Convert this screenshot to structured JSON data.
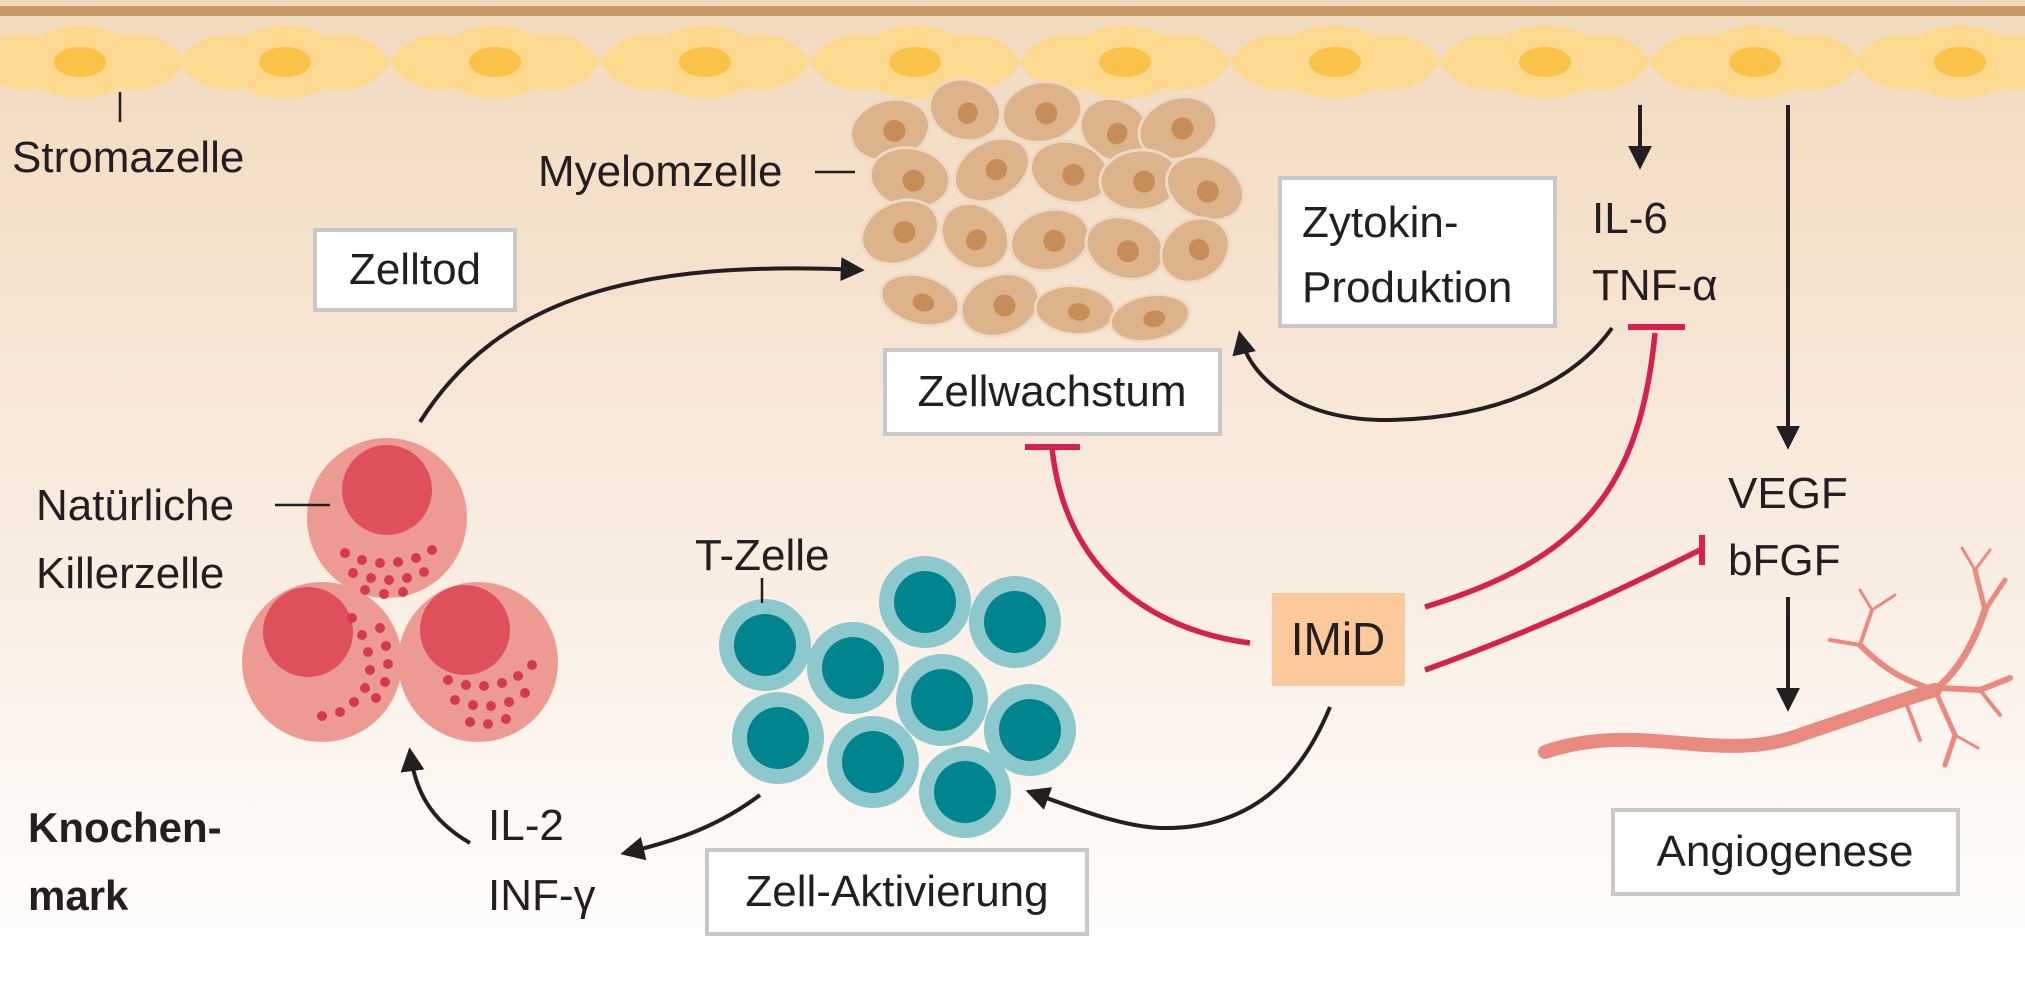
{
  "labels": {
    "stromazelle": "Stromazelle",
    "myelomzelle": "Myelomzelle",
    "zelltod": "Zelltod",
    "zytokin_line1": "Zytokin-",
    "zytokin_line2": "Produktion",
    "il6": "IL-6",
    "tnf": "TNF-α",
    "zellwachstum": "Zellwachstum",
    "nk_line1": "Natürliche",
    "nk_line2": "Killerzelle",
    "tzelle": "T-Zelle",
    "imid": "IMiD",
    "vegf": "VEGF",
    "bfgf": "bFGF",
    "il2": "IL-2",
    "infg": "INF-γ",
    "zellaktivierung": "Zell-Aktivierung",
    "knochen_line1": "Knochen-",
    "knochen_line2": "mark",
    "angiogenese": "Angiogenese"
  },
  "colors": {
    "stroma": "#fdd88f",
    "stroma_nucleus": "#fbc24a",
    "myeloma": "#dcb38a",
    "myeloma_nucleus": "#c68d58",
    "nk_outer": "#ec9a92",
    "nk_nucleus": "#e0505a",
    "tcell_outer": "#8cc8cc",
    "tcell_nucleus": "#00858f",
    "imid_box": "#fbc99b",
    "inhibition": "#d6204f",
    "vessel": "#e88a80",
    "border_top": "#c9996a"
  },
  "icons": [
    "stroma-cell-icon",
    "myeloma-cell-icon",
    "nk-cell-icon",
    "t-cell-icon",
    "blood-vessel-icon"
  ]
}
